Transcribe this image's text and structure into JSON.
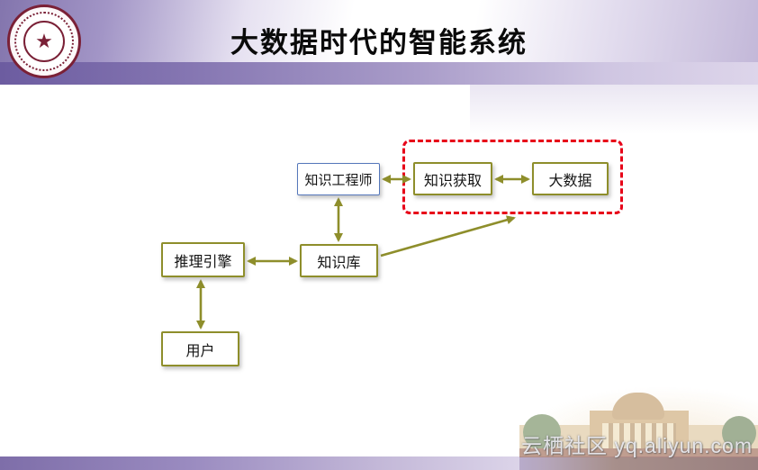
{
  "slide": {
    "title": "大数据时代的智能系统",
    "watermark": "云栖社区 yq.aliyun.com",
    "logo_name": "tsinghua-university-seal"
  },
  "diagram": {
    "type": "flowchart",
    "nodes": [
      {
        "id": "knowledge-engineer",
        "label": "知识工程师",
        "border_color": "#5577bb"
      },
      {
        "id": "knowledge-acquisition",
        "label": "知识获取",
        "border_color": "#8e8e2b"
      },
      {
        "id": "big-data",
        "label": "大数据",
        "border_color": "#8e8e2b"
      },
      {
        "id": "knowledge-base",
        "label": "知识库",
        "border_color": "#8e8e2b"
      },
      {
        "id": "inference-engine",
        "label": "推理引擎",
        "border_color": "#8e8e2b"
      },
      {
        "id": "user",
        "label": "用户",
        "border_color": "#8e8e2b"
      }
    ],
    "edges": [
      {
        "from": "knowledge-engineer",
        "to": "knowledge-acquisition",
        "bidirectional": true
      },
      {
        "from": "knowledge-acquisition",
        "to": "big-data",
        "bidirectional": true
      },
      {
        "from": "knowledge-engineer",
        "to": "knowledge-base",
        "bidirectional": true
      },
      {
        "from": "inference-engine",
        "to": "knowledge-base",
        "bidirectional": true
      },
      {
        "from": "inference-engine",
        "to": "user",
        "bidirectional": true
      },
      {
        "from": "knowledge-base",
        "to": "big-data-group",
        "bidirectional": false
      }
    ],
    "highlight_group": {
      "members": [
        "knowledge-acquisition",
        "big-data"
      ],
      "style": "red-dashed-rounded"
    },
    "colors": {
      "arrow": "#8e8e2b",
      "box_border": "#8e8e2b",
      "engineer_border": "#5577bb",
      "highlight": "#e70018",
      "header_purple": "#7b6bab"
    }
  }
}
